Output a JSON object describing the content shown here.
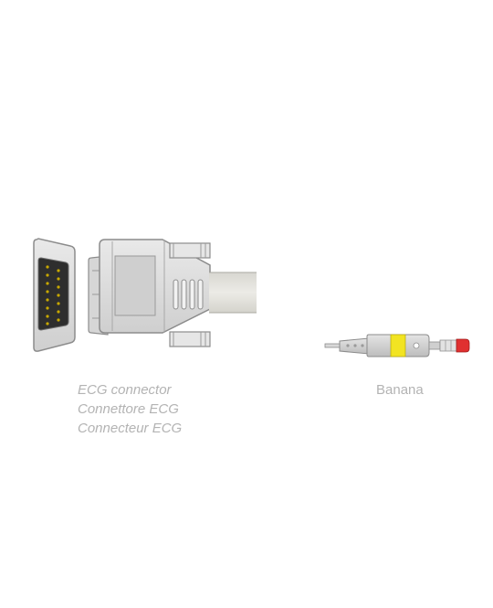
{
  "labels": {
    "ecg_connector": [
      "ECG connector",
      "Connettore ECG",
      "Connecteur ECG"
    ],
    "banana": "Banana"
  },
  "colors": {
    "connector_body": "#dedede",
    "connector_outline": "#8c8c8c",
    "pin": "#c8a800",
    "cable": "#e3e2dc",
    "banana_band": "#f2e422",
    "banana_tip": "#e03030",
    "label_text": "#b3b3b3"
  }
}
